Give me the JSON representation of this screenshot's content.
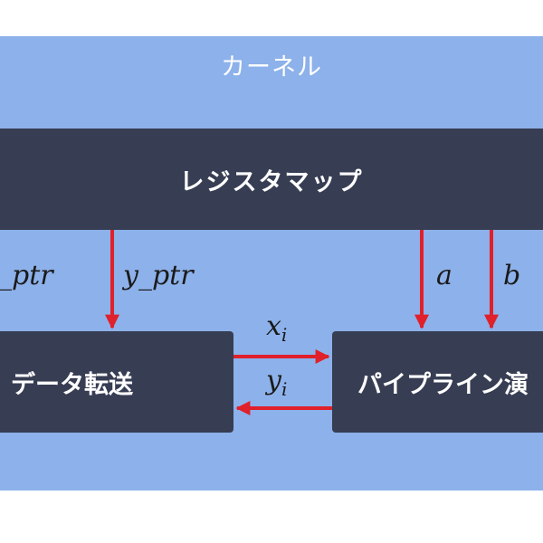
{
  "kernel": {
    "label": "カーネル"
  },
  "register_map": {
    "label": "レジスタマップ"
  },
  "data_transfer": {
    "label": "データ転送"
  },
  "pipeline": {
    "label": "パイプライン演"
  },
  "edges": {
    "x_ptr_prefix": "_ptr",
    "y_ptr": "y_ptr",
    "a": "a",
    "b": "b",
    "x_base": "x",
    "x_sub": "i",
    "y_base": "y",
    "y_sub": "i"
  },
  "colors": {
    "background": "#ffffff",
    "kernel": "#8db1ea",
    "block": "#373d53",
    "arrow": "#e0202a",
    "text_light": "#ffffff",
    "text_dark": "#1a1a1a"
  }
}
